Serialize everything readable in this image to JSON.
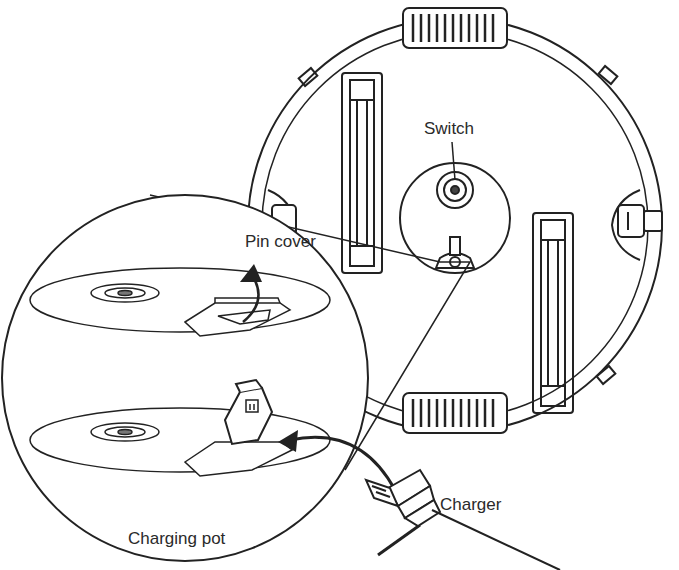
{
  "diagram": {
    "labels": [
      "Switch",
      "Pin cover",
      "Charging pot",
      "Charger"
    ]
  }
}
